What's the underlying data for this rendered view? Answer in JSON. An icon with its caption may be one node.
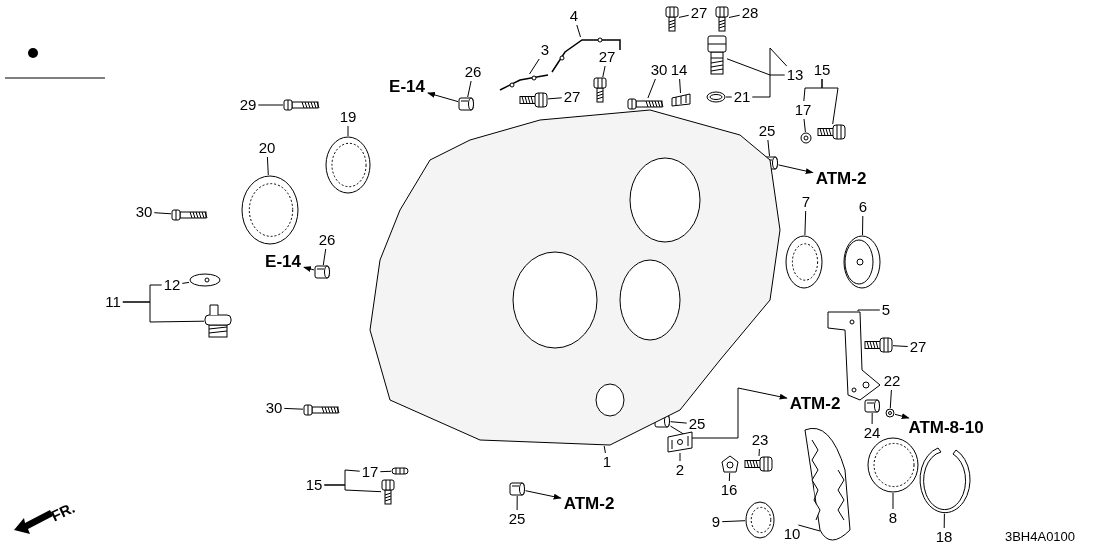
{
  "diagram": {
    "nodes": [
      {
        "text": [
          "4"
        ]
      },
      {
        "text": [
          "27"
        ]
      },
      {
        "text": [
          "28"
        ]
      },
      {
        "text": [
          "3"
        ]
      },
      {
        "text": [
          "27"
        ]
      },
      {
        "text": [
          "30"
        ]
      },
      {
        "text": [
          "14"
        ]
      },
      {
        "text": [
          "13"
        ]
      },
      {
        "text": [
          "15"
        ]
      },
      {
        "text": [
          "E-14"
        ]
      },
      {
        "text": [
          "26"
        ]
      },
      {
        "text": [
          "27"
        ]
      },
      {
        "text": [
          "21"
        ]
      },
      {
        "text": [
          "17"
        ]
      },
      {
        "text": [
          "29"
        ]
      },
      {
        "text": [
          "19"
        ]
      },
      {
        "text": [
          "25"
        ]
      },
      {
        "text": [
          "ATM-2"
        ]
      },
      {
        "text": [
          "20"
        ]
      },
      {
        "text": [
          "30"
        ]
      },
      {
        "text": [
          "7"
        ]
      },
      {
        "text": [
          "6"
        ]
      },
      {
        "text": [
          "26"
        ]
      },
      {
        "text": [
          "E-14"
        ]
      },
      {
        "text": [
          "11"
        ]
      },
      {
        "text": [
          "12"
        ]
      },
      {
        "text": [
          "5"
        ]
      },
      {
        "text": [
          "27"
        ]
      },
      {
        "text": [
          "30"
        ]
      },
      {
        "text": [
          "ATM-2"
        ]
      },
      {
        "text": [
          "22"
        ]
      },
      {
        "text": [
          "ATM-8-10"
        ]
      },
      {
        "text": [
          "25"
        ]
      },
      {
        "text": [
          "24"
        ]
      },
      {
        "text": [
          "23"
        ]
      },
      {
        "text": [
          "1"
        ]
      },
      {
        "text": [
          "2"
        ]
      },
      {
        "text": [
          "17"
        ]
      },
      {
        "text": [
          "15"
        ]
      },
      {
        "text": [
          "16"
        ]
      },
      {
        "text": [
          "25"
        ]
      },
      {
        "text": [
          "ATM-2"
        ]
      },
      {
        "text": [
          "9"
        ]
      },
      {
        "text": [
          "10"
        ]
      },
      {
        "text": [
          "8"
        ]
      },
      {
        "text": [
          "18"
        ]
      },
      {
        "text": [],
        "shape": "picture"
      },
      {
        "text": [],
        "shape": "picture"
      },
      {
        "text": [],
        "shape": "picture"
      },
      {
        "text": [],
        "shape": "picture"
      },
      {
        "text": [],
        "shape": "picture"
      },
      {
        "text": [],
        "shape": "picture"
      },
      {
        "text": [],
        "shape": "picture"
      },
      {
        "text": [],
        "shape": "picture"
      },
      {
        "text": [],
        "shape": "picture"
      },
      {
        "text": [],
        "shape": "picture"
      },
      {
        "text": [],
        "shape": "picture"
      },
      {
        "text": [],
        "shape": "picture"
      },
      {
        "text": [],
        "shape": "picture"
      },
      {
        "text": [],
        "shape": "picture"
      },
      {
        "text": [],
        "shape": "picture"
      },
      {
        "text": [],
        "shape": "picture"
      },
      {
        "text": [],
        "shape": "picture"
      },
      {
        "text": [],
        "shape": "picture"
      },
      {
        "text": [],
        "shape": "picture"
      },
      {
        "text": [],
        "shape": "picture"
      },
      {
        "text": [],
        "shape": "picture"
      },
      {
        "text": [],
        "shape": "picture"
      },
      {
        "text": [],
        "shape": "picture"
      },
      {
        "text": [],
        "shape": "picture"
      },
      {
        "text": [],
        "shape": "picture"
      },
      {
        "text": [],
        "shape": "picture"
      },
      {
        "text": [],
        "shape": "picture"
      },
      {
        "text": [],
        "shape": "picture"
      },
      {
        "text": [],
        "shape": "picture"
      },
      {
        "text": [],
        "shape": "picture"
      },
      {
        "text": [],
        "shape": "picture"
      },
      {
        "text": [],
        "shape": "picture"
      },
      {
        "text": [],
        "shape": "picture"
      },
      {
        "text": [],
        "shape": "picture"
      },
      {
        "text": [],
        "shape": "picture"
      },
      {
        "text": [],
        "shape": "picture"
      },
      {
        "text": [],
        "shape": "picture"
      },
      {
        "text": [],
        "shape": "picture"
      },
      {
        "text": [],
        "shape": "picture"
      },
      {
        "text": [],
        "shape": "picture"
      }
    ],
    "edges": [
      {
        "from": 0,
        "to": 46,
        "arrow": "none"
      },
      {
        "from": 1,
        "to": 47,
        "arrow": "none"
      },
      {
        "from": 2,
        "to": 48,
        "arrow": "none"
      },
      {
        "from": 3,
        "to": 49,
        "arrow": "none"
      },
      {
        "from": 4,
        "to": 50,
        "arrow": "none"
      },
      {
        "from": 5,
        "to": 51,
        "arrow": "none"
      },
      {
        "from": 6,
        "to": 52,
        "arrow": "none"
      },
      {
        "from": 7,
        "to": 53,
        "arrow": "none"
      },
      {
        "from": 7,
        "to": 12,
        "arrow": "none"
      },
      {
        "from": 8,
        "to": 13,
        "arrow": "none"
      },
      {
        "from": 8,
        "to": 54,
        "arrow": "none"
      },
      {
        "from": 55,
        "to": 9,
        "arrow": "to"
      },
      {
        "from": 10,
        "to": 55,
        "arrow": "none"
      },
      {
        "from": 11,
        "to": 56,
        "arrow": "none"
      },
      {
        "from": 12,
        "to": 57,
        "arrow": "none"
      },
      {
        "from": 13,
        "to": 58,
        "arrow": "none"
      },
      {
        "from": 14,
        "to": 59,
        "arrow": "none"
      },
      {
        "from": 15,
        "to": 60,
        "arrow": "none"
      },
      {
        "from": 16,
        "to": 61,
        "arrow": "none"
      },
      {
        "from": 61,
        "to": 17,
        "arrow": "to"
      },
      {
        "from": 18,
        "to": 62,
        "arrow": "none"
      },
      {
        "from": 19,
        "to": 63,
        "arrow": "none"
      },
      {
        "from": 20,
        "to": 64,
        "arrow": "none"
      },
      {
        "from": 21,
        "to": 65,
        "arrow": "none"
      },
      {
        "from": 22,
        "to": 66,
        "arrow": "none"
      },
      {
        "from": 66,
        "to": 23,
        "arrow": "to"
      },
      {
        "from": 24,
        "to": 25,
        "arrow": "none"
      },
      {
        "from": 24,
        "to": 67,
        "arrow": "none"
      },
      {
        "from": 25,
        "to": 68,
        "arrow": "none"
      },
      {
        "from": 26,
        "to": 69,
        "arrow": "none"
      },
      {
        "from": 27,
        "to": 70,
        "arrow": "none"
      },
      {
        "from": 28,
        "to": 71,
        "arrow": "none"
      },
      {
        "from": 72,
        "to": 29,
        "arrow": "to"
      },
      {
        "from": 30,
        "to": 73,
        "arrow": "none"
      },
      {
        "from": 73,
        "to": 31,
        "arrow": "to"
      },
      {
        "from": 32,
        "to": 72,
        "arrow": "none"
      },
      {
        "from": 33,
        "to": 74,
        "arrow": "none"
      },
      {
        "from": 34,
        "to": 75,
        "arrow": "none"
      },
      {
        "from": 35,
        "to": 76,
        "arrow": "none"
      },
      {
        "from": 36,
        "to": 77,
        "arrow": "none"
      },
      {
        "from": 38,
        "to": 37,
        "arrow": "none"
      },
      {
        "from": 38,
        "to": 78,
        "arrow": "none"
      },
      {
        "from": 37,
        "to": 79,
        "arrow": "none"
      },
      {
        "from": 39,
        "to": 80,
        "arrow": "none"
      },
      {
        "from": 40,
        "to": 81,
        "arrow": "none"
      },
      {
        "from": 81,
        "to": 41,
        "arrow": "to"
      },
      {
        "from": 42,
        "to": 82,
        "arrow": "none"
      },
      {
        "from": 43,
        "to": 83,
        "arrow": "none"
      },
      {
        "from": 44,
        "to": 84,
        "arrow": "none"
      },
      {
        "from": 45,
        "to": 85,
        "arrow": "none"
      }
    ],
    "labels": [
      "FR.",
      "3BH4A0100"
    ]
  }
}
